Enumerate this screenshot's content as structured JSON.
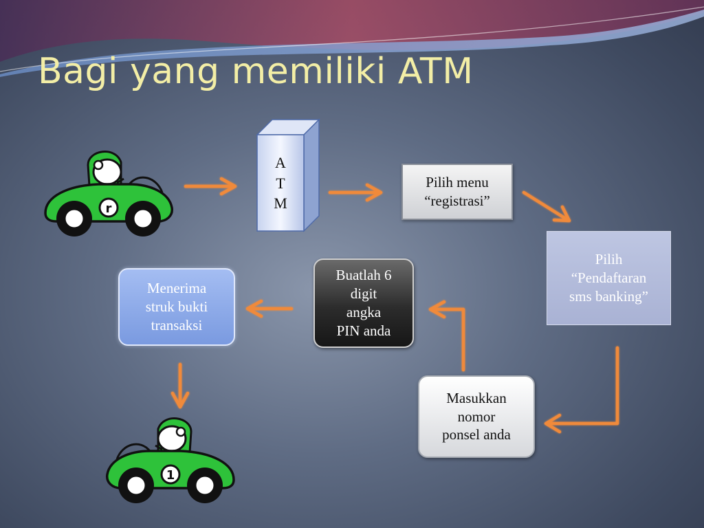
{
  "title": "Bagi yang memiliki ATM",
  "steps": {
    "atm": "A\nT\nM",
    "menu": "Pilih menu\n“registrasi”",
    "registration": "Pilih\n“Pendaftaran\nsms banking”",
    "phone": "Masukkan\nnomor\nponsel anda",
    "pin": "Buatlah 6\ndigit\nangka\nPIN  anda",
    "receipt": "Menerima\nstruk bukti\ntransaksi"
  },
  "cars": {
    "start_number": "r",
    "end_number": "1"
  },
  "colors": {
    "title": "#f3eea6",
    "arrow": "#f08a3a",
    "car": "#2ec23a",
    "receipt_box": "#8fabe9",
    "registration_box": "#b3bcdb"
  }
}
